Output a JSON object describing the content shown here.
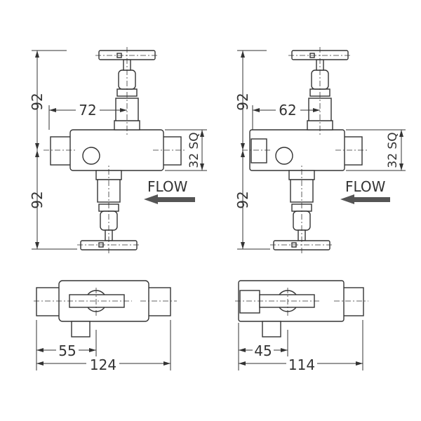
{
  "left_front": {
    "height_top": "92",
    "height_bottom": "92",
    "offset": "72",
    "square": "32 SQ",
    "flow": "FLOW"
  },
  "right_front": {
    "height_top": "92",
    "height_bottom": "92",
    "offset": "62",
    "square": "32 SQ",
    "flow": "FLOW"
  },
  "left_plan": {
    "offset": "55",
    "length": "124"
  },
  "right_plan": {
    "offset": "45",
    "length": "114"
  }
}
